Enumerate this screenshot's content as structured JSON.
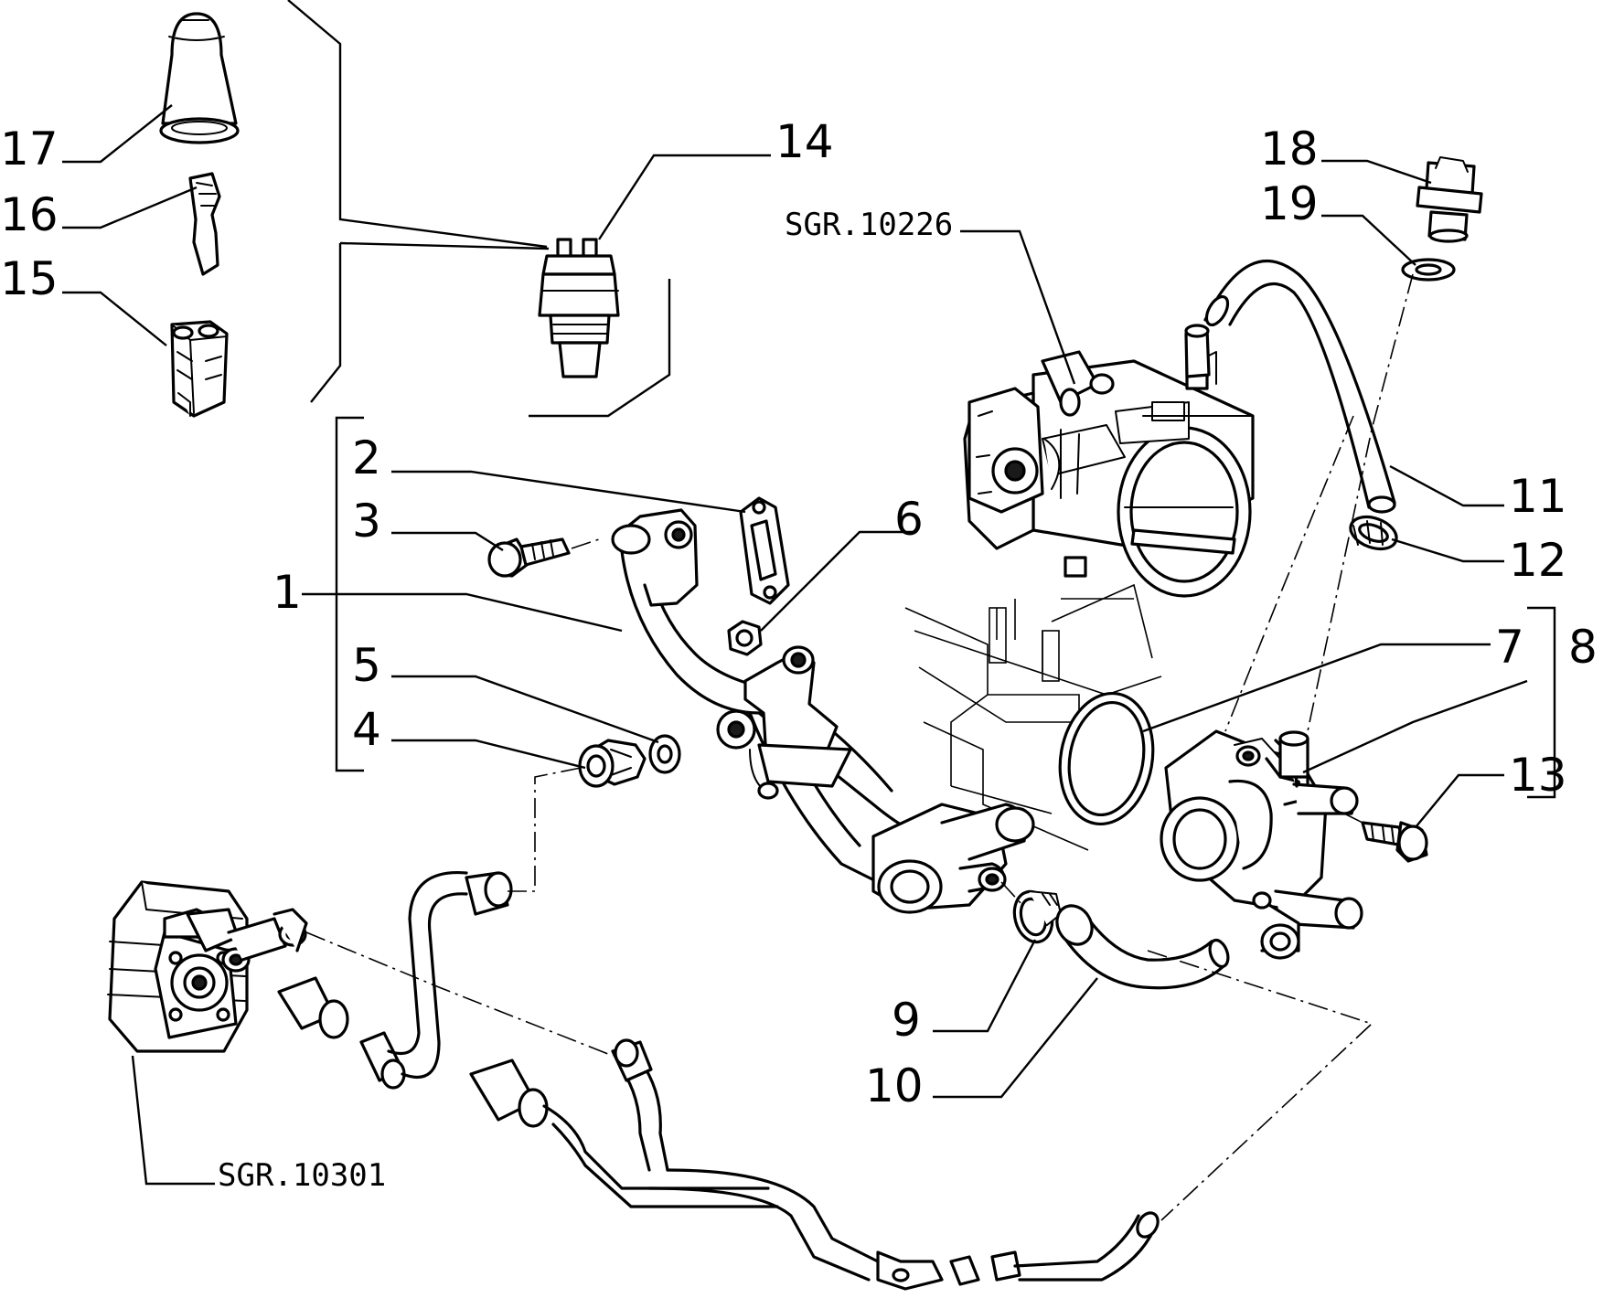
{
  "callouts": {
    "c1": "1",
    "c2": "2",
    "c3": "3",
    "c4": "4",
    "c5": "5",
    "c6": "6",
    "c7": "7",
    "c8": "8",
    "c9": "9",
    "c10": "10",
    "c11": "11",
    "c12": "12",
    "c13": "13",
    "c14": "14",
    "c15": "15",
    "c16": "16",
    "c17": "17",
    "c18": "18",
    "c19": "19"
  },
  "references": {
    "throttle_body": "SGR.10226",
    "oil_cooler": "SGR.10301"
  },
  "colors": {
    "ink": "#000000",
    "paper": "#ffffff"
  }
}
